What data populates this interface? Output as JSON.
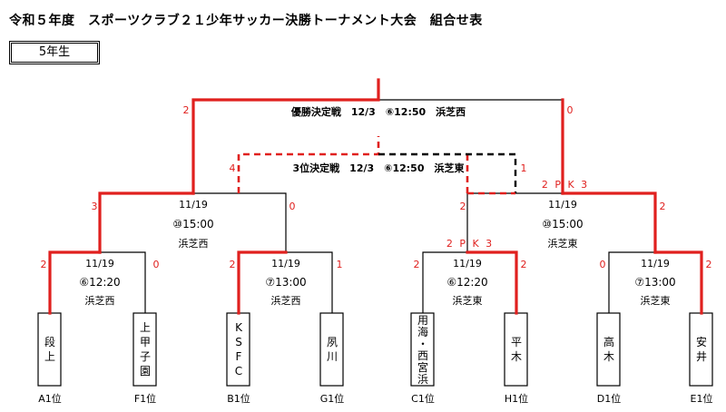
{
  "title": "令和５年度　スポーツクラブ２１少年サッカー決勝トーナメント大会　組合せ表",
  "grade": "5年生",
  "colors": {
    "winner_line": "#e0201e",
    "line": "#000000",
    "third_place_line": "#e0201e"
  },
  "teams": [
    {
      "chars": [
        "段",
        "上"
      ],
      "seed": "A1位"
    },
    {
      "chars": [
        "上",
        "甲",
        "子",
        "園"
      ],
      "seed": "F1位"
    },
    {
      "chars": [
        "K",
        "S",
        "F",
        "C"
      ],
      "seed": "B1位"
    },
    {
      "chars": [
        "夙",
        "川"
      ],
      "seed": "G1位"
    },
    {
      "chars": [
        "用",
        "海",
        "・",
        "西",
        "宮",
        "浜"
      ],
      "seed": "C1位"
    },
    {
      "chars": [
        "平",
        "木"
      ],
      "seed": "H1位"
    },
    {
      "chars": [
        "高",
        "木"
      ],
      "seed": "D1位"
    },
    {
      "chars": [
        "安",
        "井"
      ],
      "seed": "E1位"
    }
  ],
  "matches": {
    "r1_1": {
      "date": "11/19",
      "time": "⑥12:20",
      "venue": "浜芝西",
      "score_left": "2",
      "score_right": "0"
    },
    "r1_2": {
      "date": "11/19",
      "time": "⑦13:00",
      "venue": "浜芝西",
      "score_left": "2",
      "score_right": "1"
    },
    "r1_3": {
      "date": "11/19",
      "time": "⑥12:20",
      "venue": "浜芝東",
      "score_left": "2",
      "score_right": "2",
      "pk": "2 P K 3"
    },
    "r1_4": {
      "date": "11/19",
      "time": "⑦13:00",
      "venue": "浜芝東",
      "score_left": "0",
      "score_right": "2"
    },
    "sf_1": {
      "date": "11/19",
      "time": "⑩15:00",
      "venue": "浜芝西",
      "score_left": "3",
      "score_right": "0"
    },
    "sf_2": {
      "date": "11/19",
      "time": "⑩15:00",
      "venue": "浜芝東",
      "score_left": "2",
      "score_right": "2",
      "pk": "2 P K 3"
    },
    "final": {
      "label": "優勝決定戦　12/3　⑥12:50　浜芝西",
      "score_left": "2",
      "score_right": "0"
    },
    "third": {
      "label": "3位決定戦　12/3　⑥12:50　浜芝東",
      "score_left": "4",
      "score_right": "1"
    }
  }
}
